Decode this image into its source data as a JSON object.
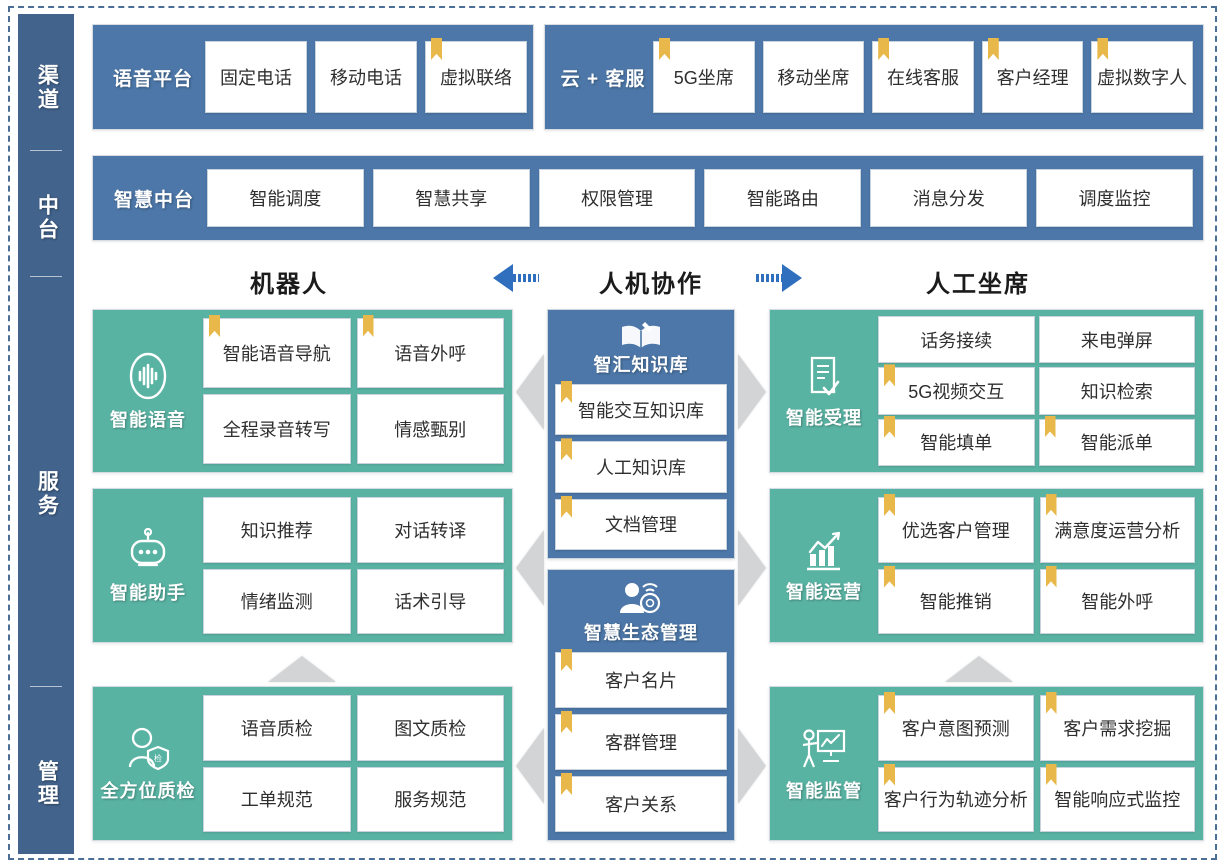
{
  "rail": {
    "segments": [
      {
        "label": "渠道",
        "name": "rail-channel"
      },
      {
        "label": "中台",
        "name": "rail-midplatform"
      },
      {
        "label": "服务",
        "name": "rail-service"
      },
      {
        "label": "管理",
        "name": "rail-management"
      }
    ]
  },
  "channel": {
    "voice_platform": {
      "title": "语音平台",
      "items": [
        {
          "label": "固定电话",
          "bookmark": false
        },
        {
          "label": "移动电话",
          "bookmark": false
        },
        {
          "label": "虚拟联络",
          "bookmark": true
        }
      ]
    },
    "cloud_service": {
      "title": "云 + 客服",
      "items": [
        {
          "label": "5G坐席",
          "bookmark": true
        },
        {
          "label": "移动坐席",
          "bookmark": false
        },
        {
          "label": "在线客服",
          "bookmark": true
        },
        {
          "label": "客户经理",
          "bookmark": true
        },
        {
          "label": "虚拟数字人",
          "bookmark": true
        }
      ]
    }
  },
  "mid_platform": {
    "title": "智慧中台",
    "items": [
      {
        "label": "智能调度",
        "bookmark": false
      },
      {
        "label": "智慧共享",
        "bookmark": false
      },
      {
        "label": "权限管理",
        "bookmark": false
      },
      {
        "label": "智能路由",
        "bookmark": false
      },
      {
        "label": "消息分发",
        "bookmark": false
      },
      {
        "label": "调度监控",
        "bookmark": false
      }
    ]
  },
  "mid_headers": {
    "left": "机器人",
    "center": "人机协作",
    "right": "人工坐席"
  },
  "left_panels": [
    {
      "name": "intelligent-voice",
      "title": "智能语音",
      "icon": "voice-waveform-icon",
      "items": [
        {
          "label": "智能语音导航",
          "bookmark": true
        },
        {
          "label": "语音外呼",
          "bookmark": true
        },
        {
          "label": "全程录音转写",
          "bookmark": false
        },
        {
          "label": "情感甄别",
          "bookmark": false
        }
      ]
    },
    {
      "name": "intelligent-assistant",
      "title": "智能助手",
      "icon": "robot-icon",
      "items": [
        {
          "label": "知识推荐",
          "bookmark": false
        },
        {
          "label": "对话转译",
          "bookmark": false
        },
        {
          "label": "情绪监测",
          "bookmark": false
        },
        {
          "label": "话术引导",
          "bookmark": false
        }
      ]
    },
    {
      "name": "full-quality-inspection",
      "title": "全方位质检",
      "icon": "person-shield-icon",
      "items": [
        {
          "label": "语音质检",
          "bookmark": false
        },
        {
          "label": "图文质检",
          "bookmark": false
        },
        {
          "label": "工单规范",
          "bookmark": false
        },
        {
          "label": "服务规范",
          "bookmark": false
        }
      ]
    }
  ],
  "center_panels": [
    {
      "name": "knowledge-base",
      "title": "智汇知识库",
      "icon": "open-book-pen-icon",
      "items": [
        {
          "label": "智能交互知识库",
          "bookmark": true
        },
        {
          "label": "人工知识库",
          "bookmark": true
        },
        {
          "label": "文档管理",
          "bookmark": true
        }
      ]
    },
    {
      "name": "smart-ecosystem-management",
      "title": "智慧生态管理",
      "icon": "person-network-icon",
      "items": [
        {
          "label": "客户名片",
          "bookmark": true
        },
        {
          "label": "客群管理",
          "bookmark": true
        },
        {
          "label": "客户关系",
          "bookmark": true
        }
      ]
    }
  ],
  "right_panels": [
    {
      "name": "intelligent-acceptance",
      "title": "智能受理",
      "icon": "document-check-icon",
      "items": [
        {
          "label": "话务接续",
          "bookmark": false
        },
        {
          "label": "来电弹屏",
          "bookmark": false
        },
        {
          "label": "5G视频交互",
          "bookmark": true
        },
        {
          "label": "知识检索",
          "bookmark": false
        },
        {
          "label": "智能填单",
          "bookmark": true
        },
        {
          "label": "智能派单",
          "bookmark": true
        }
      ]
    },
    {
      "name": "intelligent-operation",
      "title": "智能运营",
      "icon": "bar-chart-trend-icon",
      "items": [
        {
          "label": "优选客户管理",
          "bookmark": true
        },
        {
          "label": "满意度运营分析",
          "bookmark": true
        },
        {
          "label": "智能推销",
          "bookmark": true
        },
        {
          "label": "智能外呼",
          "bookmark": true
        }
      ]
    },
    {
      "name": "intelligent-supervision",
      "title": "智能监管",
      "icon": "presenter-chart-icon",
      "items": [
        {
          "label": "客户意图预测",
          "bookmark": true
        },
        {
          "label": "客户需求挖掘",
          "bookmark": true
        },
        {
          "label": "客户行为轨迹分析",
          "bookmark": true
        },
        {
          "label": "智能响应式监控",
          "bookmark": true
        }
      ]
    }
  ],
  "colors": {
    "rail_blue": "#42638c",
    "band_blue": "#4c77a8",
    "panel_green": "#59b3a3",
    "bookmark_gold": "#e8b84b",
    "arrow_blue": "#2f6fbe",
    "connector_gray": "#d2d4d6"
  }
}
